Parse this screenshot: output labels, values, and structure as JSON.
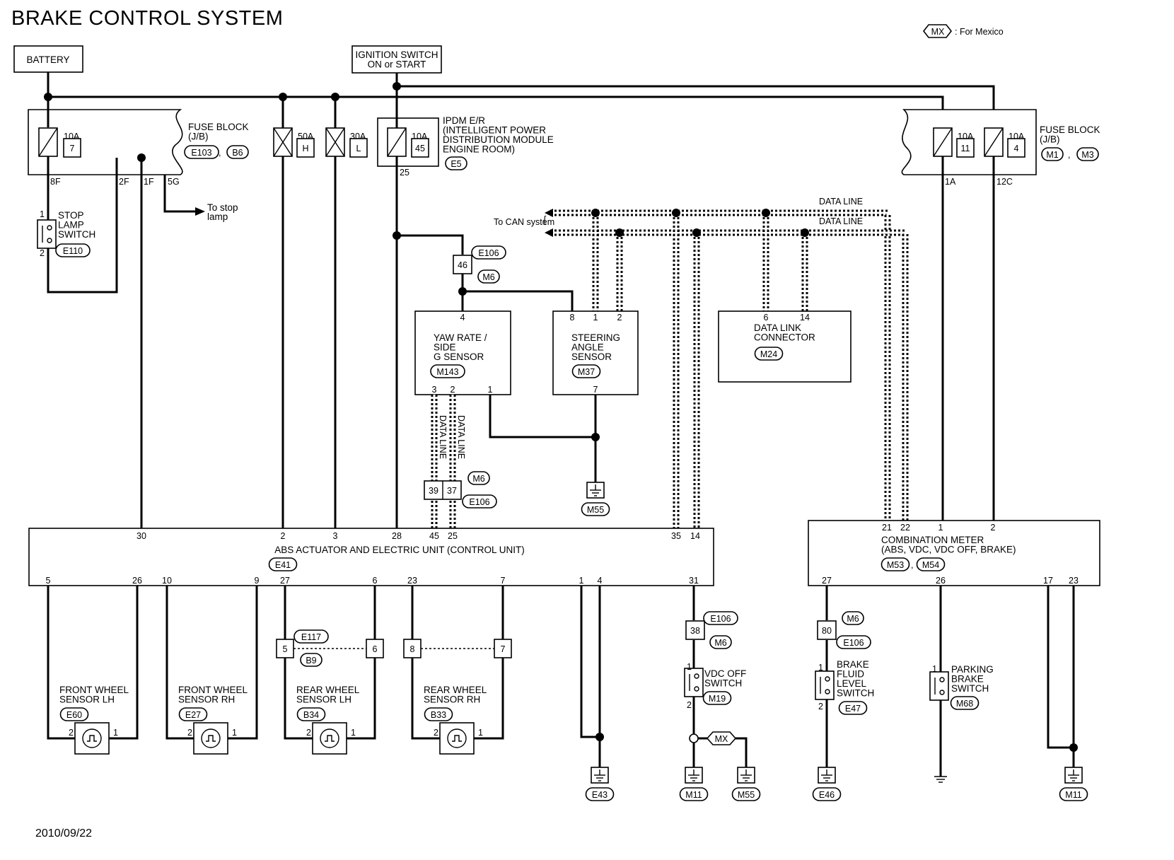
{
  "title": "BRAKE CONTROL SYSTEM",
  "date": "2010/09/22",
  "legend": {
    "code": "MX",
    "text": ": For Mexico"
  },
  "power": {
    "battery": "BATTERY",
    "ignition": [
      "IGNITION SWITCH",
      "ON or START"
    ]
  },
  "fuse_block_left": {
    "label": [
      "FUSE BLOCK",
      "(J/B)"
    ],
    "connectors": [
      "E103",
      "B6"
    ],
    "fuse_rating": "10A",
    "fuse_no": "7",
    "terminals": [
      "8F",
      "2F",
      "1F",
      "5G"
    ]
  },
  "fusible_links": [
    {
      "rating": "50A",
      "code": "H"
    },
    {
      "rating": "30A",
      "code": "L"
    }
  ],
  "ipdm": {
    "label": [
      "IPDM E/R",
      "(INTELLIGENT POWER",
      "DISTRIBUTION MODULE",
      "ENGINE ROOM)"
    ],
    "connector": "E5",
    "fuse_rating": "10A",
    "fuse_no": "45",
    "terminal": "25"
  },
  "fuse_block_right": {
    "label": [
      "FUSE BLOCK",
      "(J/B)"
    ],
    "connectors": [
      "M1",
      "M3"
    ],
    "fuses": [
      {
        "rating": "10A",
        "no": "11",
        "terminal": "1A"
      },
      {
        "rating": "10A",
        "no": "4",
        "terminal": "12C"
      }
    ]
  },
  "stop_lamp": {
    "label": [
      "STOP",
      "LAMP",
      "SWITCH"
    ],
    "connector": "E110",
    "pins": [
      "1",
      "2"
    ],
    "to_stop_lamp": [
      "To stop",
      "lamp"
    ]
  },
  "can": {
    "to_can": "To CAN system",
    "data_line": "DATA LINE"
  },
  "junction_46": {
    "pin": "46",
    "connectors": [
      "E106",
      "M6"
    ]
  },
  "yaw_sensor": {
    "label": [
      "YAW RATE /",
      "SIDE",
      "G SENSOR"
    ],
    "connector": "M143",
    "pins": [
      "4",
      "3",
      "2",
      "1"
    ]
  },
  "steering_sensor": {
    "label": [
      "STEERING",
      "ANGLE",
      "SENSOR"
    ],
    "connector": "M37",
    "pins": [
      "8",
      "1",
      "2",
      "7"
    ]
  },
  "data_link": {
    "label": [
      "DATA LINK",
      "CONNECTOR"
    ],
    "connector": "M24",
    "pins": [
      "6",
      "14"
    ]
  },
  "junction_39_37": {
    "pins": [
      "39",
      "37"
    ],
    "connectors": [
      "M6",
      "E106"
    ]
  },
  "ground_m55_top": "M55",
  "abs_unit": {
    "label": "ABS ACTUATOR AND ELECTRIC UNIT (CONTROL UNIT)",
    "connector": "E41",
    "top_pins": [
      "30",
      "2",
      "3",
      "28",
      "45",
      "25",
      "35",
      "14"
    ],
    "bottom_pins": [
      "5",
      "26",
      "10",
      "9",
      "27",
      "6",
      "23",
      "7",
      "1",
      "4",
      "31"
    ]
  },
  "meter": {
    "label": [
      "COMBINATION METER",
      "(ABS, VDC, VDC OFF, BRAKE)"
    ],
    "connectors": [
      "M53",
      "M54"
    ],
    "top_pins": [
      "21",
      "22",
      "1",
      "2"
    ],
    "bottom_pins": [
      "27",
      "26",
      "17",
      "23"
    ]
  },
  "rear_junction": {
    "pins": [
      "5",
      "6",
      "8",
      "7"
    ],
    "connectors": [
      "E117",
      "B9"
    ]
  },
  "wheel_sensors": [
    {
      "label": [
        "FRONT WHEEL",
        "SENSOR LH"
      ],
      "connector": "E60"
    },
    {
      "label": [
        "FRONT WHEEL",
        "SENSOR RH"
      ],
      "connector": "E27"
    },
    {
      "label": [
        "REAR WHEEL",
        "SENSOR LH"
      ],
      "connector": "B34"
    },
    {
      "label": [
        "REAR WHEEL",
        "SENSOR RH"
      ],
      "connector": "B33"
    }
  ],
  "sensor_pins": [
    "2",
    "1"
  ],
  "vdc_junction": {
    "pin": "38",
    "connectors": [
      "E106",
      "M6"
    ]
  },
  "vdc_off": {
    "label": [
      "VDC OFF",
      "SWITCH"
    ],
    "connector": "M19",
    "pins": [
      "1",
      "2"
    ]
  },
  "brake_junction": {
    "pin": "80",
    "connectors": [
      "M6",
      "E106"
    ]
  },
  "brake_fluid": {
    "label": [
      "BRAKE",
      "FLUID",
      "LEVEL",
      "SWITCH"
    ],
    "connector": "E47",
    "pins": [
      "1",
      "2"
    ]
  },
  "parking_brake": {
    "label": [
      "PARKING",
      "BRAKE",
      "SWITCH"
    ],
    "connector": "M68",
    "pins": [
      "1"
    ]
  },
  "grounds_bottom": [
    "E43",
    "M11",
    "M55",
    "E46",
    "M11"
  ]
}
